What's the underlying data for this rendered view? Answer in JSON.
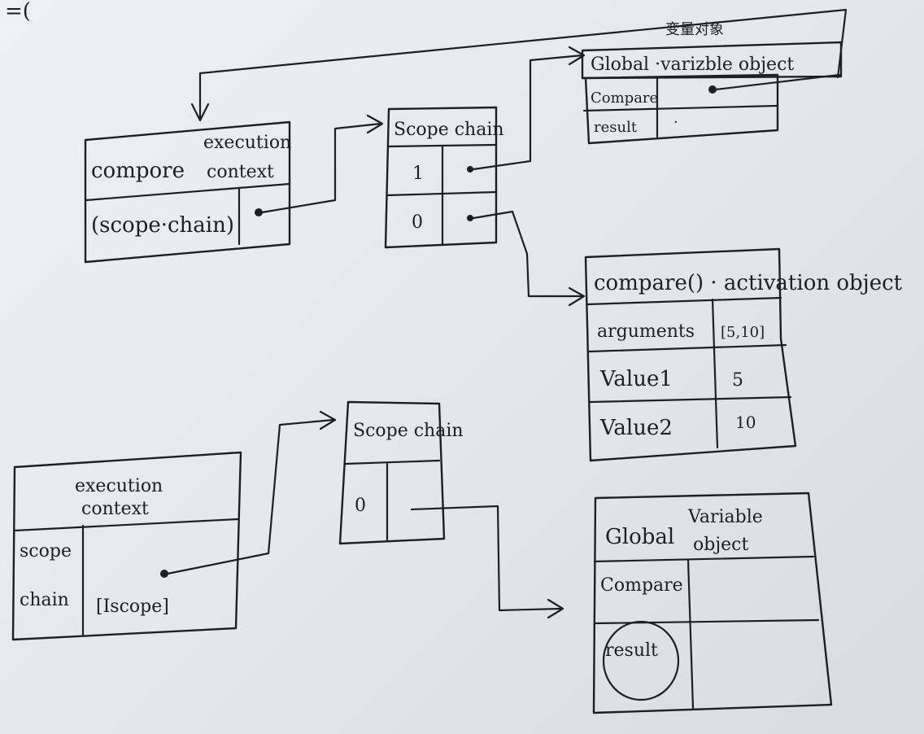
{
  "top_context": {
    "title_left": "compore",
    "title_right_line1": "execution",
    "title_right_line2": "context",
    "scope_label": "(scope·chain)"
  },
  "top_scope_chain": {
    "title": "Scope chain",
    "rows": [
      {
        "index": "1"
      },
      {
        "index": "0"
      }
    ]
  },
  "global_vo_top": {
    "note_chinese": "变量对象",
    "title": "Global ·varizble object",
    "rows": [
      {
        "name": "Compare",
        "value": ""
      },
      {
        "name": "result",
        "value": "·"
      }
    ]
  },
  "activation_object": {
    "title": "compare() · activation object",
    "rows": [
      {
        "name": "arguments",
        "value": "[5,10]"
      },
      {
        "name": "Value1",
        "value": "5"
      },
      {
        "name": "Value2",
        "value": "10"
      }
    ]
  },
  "bottom_context": {
    "title_line1": "execution",
    "title_line2": "context",
    "scope_label_line1": "scope",
    "scope_label_line2": "chain",
    "scope_value": "[Iscope]"
  },
  "bottom_scope_chain": {
    "title": "Scope chain",
    "rows": [
      {
        "index": "0"
      }
    ]
  },
  "global_vo_bottom": {
    "title_line1": "Global",
    "title_line2": "Variable",
    "title_line3": "object",
    "rows": [
      {
        "name": "Compare",
        "value": ""
      },
      {
        "name": "result",
        "value": ""
      }
    ]
  },
  "corner_mark": "=("
}
